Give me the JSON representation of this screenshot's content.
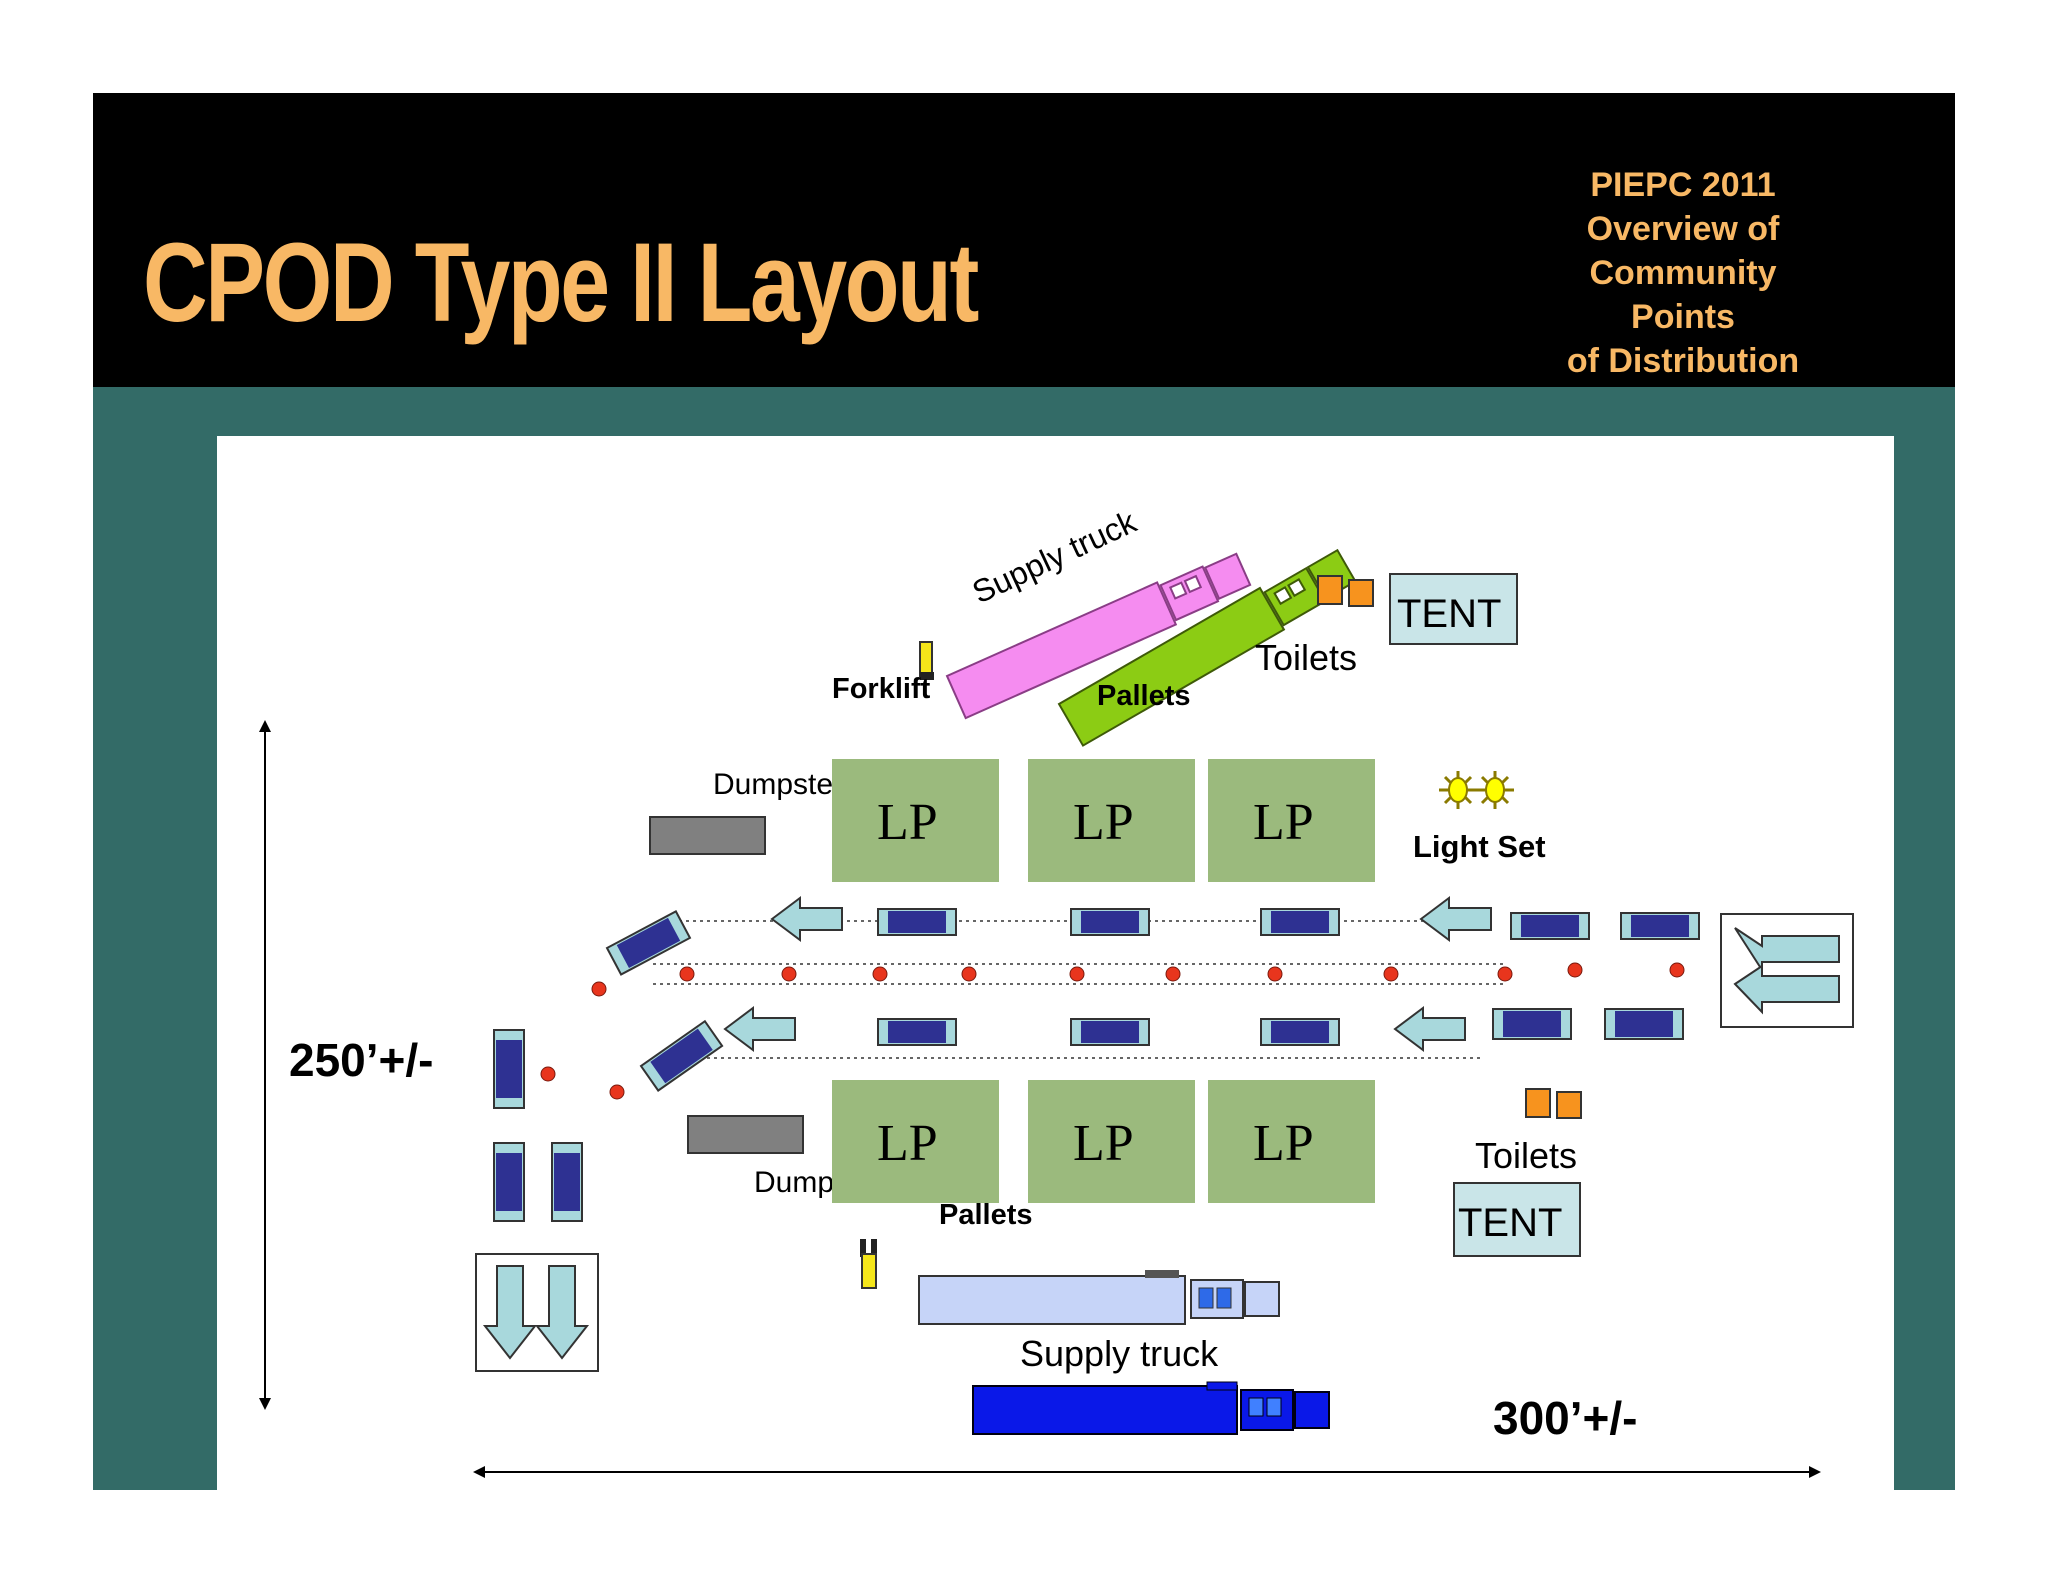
{
  "header": {
    "title": "CPOD Type II Layout",
    "subtitle_lines": [
      "PIEPC 2011",
      "Overview of",
      "Community Points",
      "of Distribution"
    ]
  },
  "colors": {
    "slide_bg": "#336b67",
    "header_bg": "#000000",
    "title": "#f8b865",
    "loading_point": "#9bba7d",
    "vehicle": "#2e3192",
    "vehicle_glass": "#a8d8dc",
    "arrow": "#a8d8dc",
    "cone": "#e8351d",
    "toilet": "#f7931e",
    "tent": "#c9e5e8",
    "dumpster": "#808080",
    "forklift": "#f5e61a",
    "truck_pink": "#f58cf0",
    "truck_green": "#8ccc14",
    "truck_lightblue": "#c6d4f8",
    "truck_blue": "#0a18e8"
  },
  "diagram": {
    "labels": {
      "supply_truck_top": "Supply truck",
      "supply_truck_bottom": "Supply truck",
      "forklift": "Forklift",
      "pallets_top": "Pallets",
      "pallets_bottom": "Pallets",
      "dumpsters_top": "Dumpsters",
      "dumpsters_bottom": "Dumpsters",
      "toilets_top": "Toilets",
      "toilets_bottom": "Toilets",
      "tent_top": "TENT",
      "tent_bottom": "TENT",
      "light_set": "Light Set",
      "dimension_vertical": "250’+/-",
      "dimension_horizontal": "300’+/-"
    },
    "loading_points": [
      "LP",
      "LP",
      "LP",
      "LP",
      "LP",
      "LP"
    ]
  }
}
